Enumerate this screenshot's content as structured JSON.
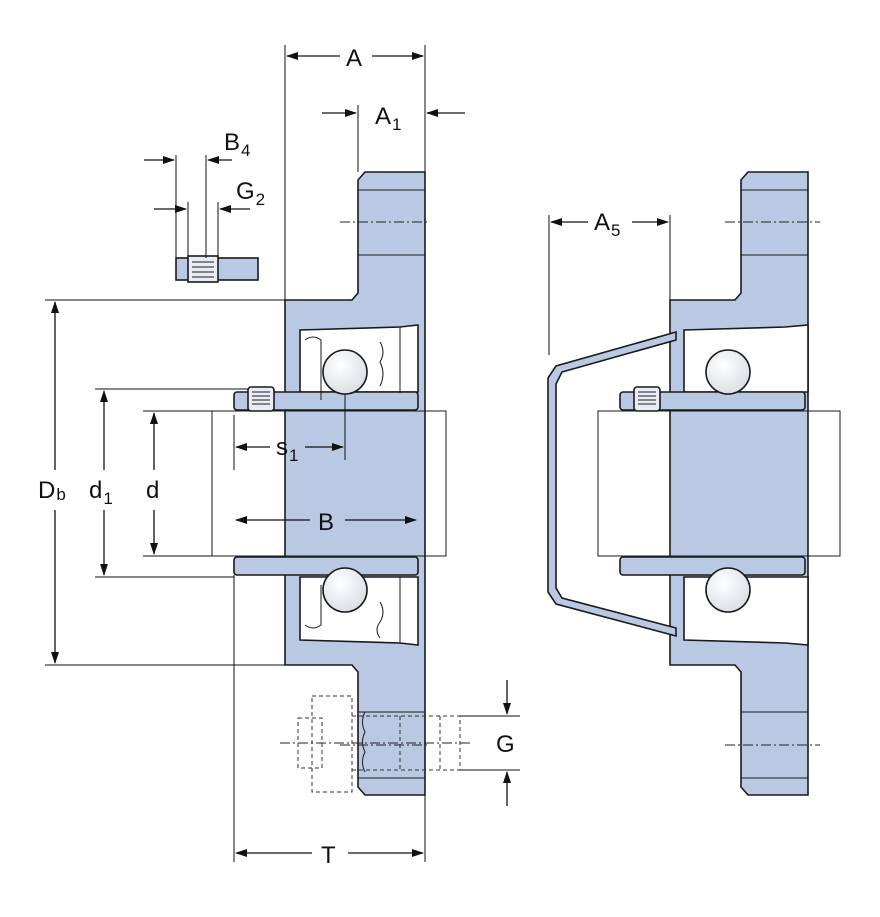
{
  "labels": {
    "A": "A",
    "A1_main": "A",
    "A1_sub": "1",
    "B4_main": "B",
    "B4_sub": "4",
    "G2_main": "G",
    "G2_sub": "2",
    "A5_main": "A",
    "A5_sub": "5",
    "Db_main": "D",
    "Db_sub": "b",
    "d1_main": "d",
    "d1_sub": "1",
    "d": "d",
    "s1_main": "s",
    "s1_sub": "1",
    "B": "B",
    "G": "G",
    "T": "T"
  },
  "colors": {
    "housing": "#b9c9e3",
    "shaft_light": "#f4f4f4",
    "shaft_dark": "#a9a9a9",
    "line": "#1a1a1a"
  }
}
